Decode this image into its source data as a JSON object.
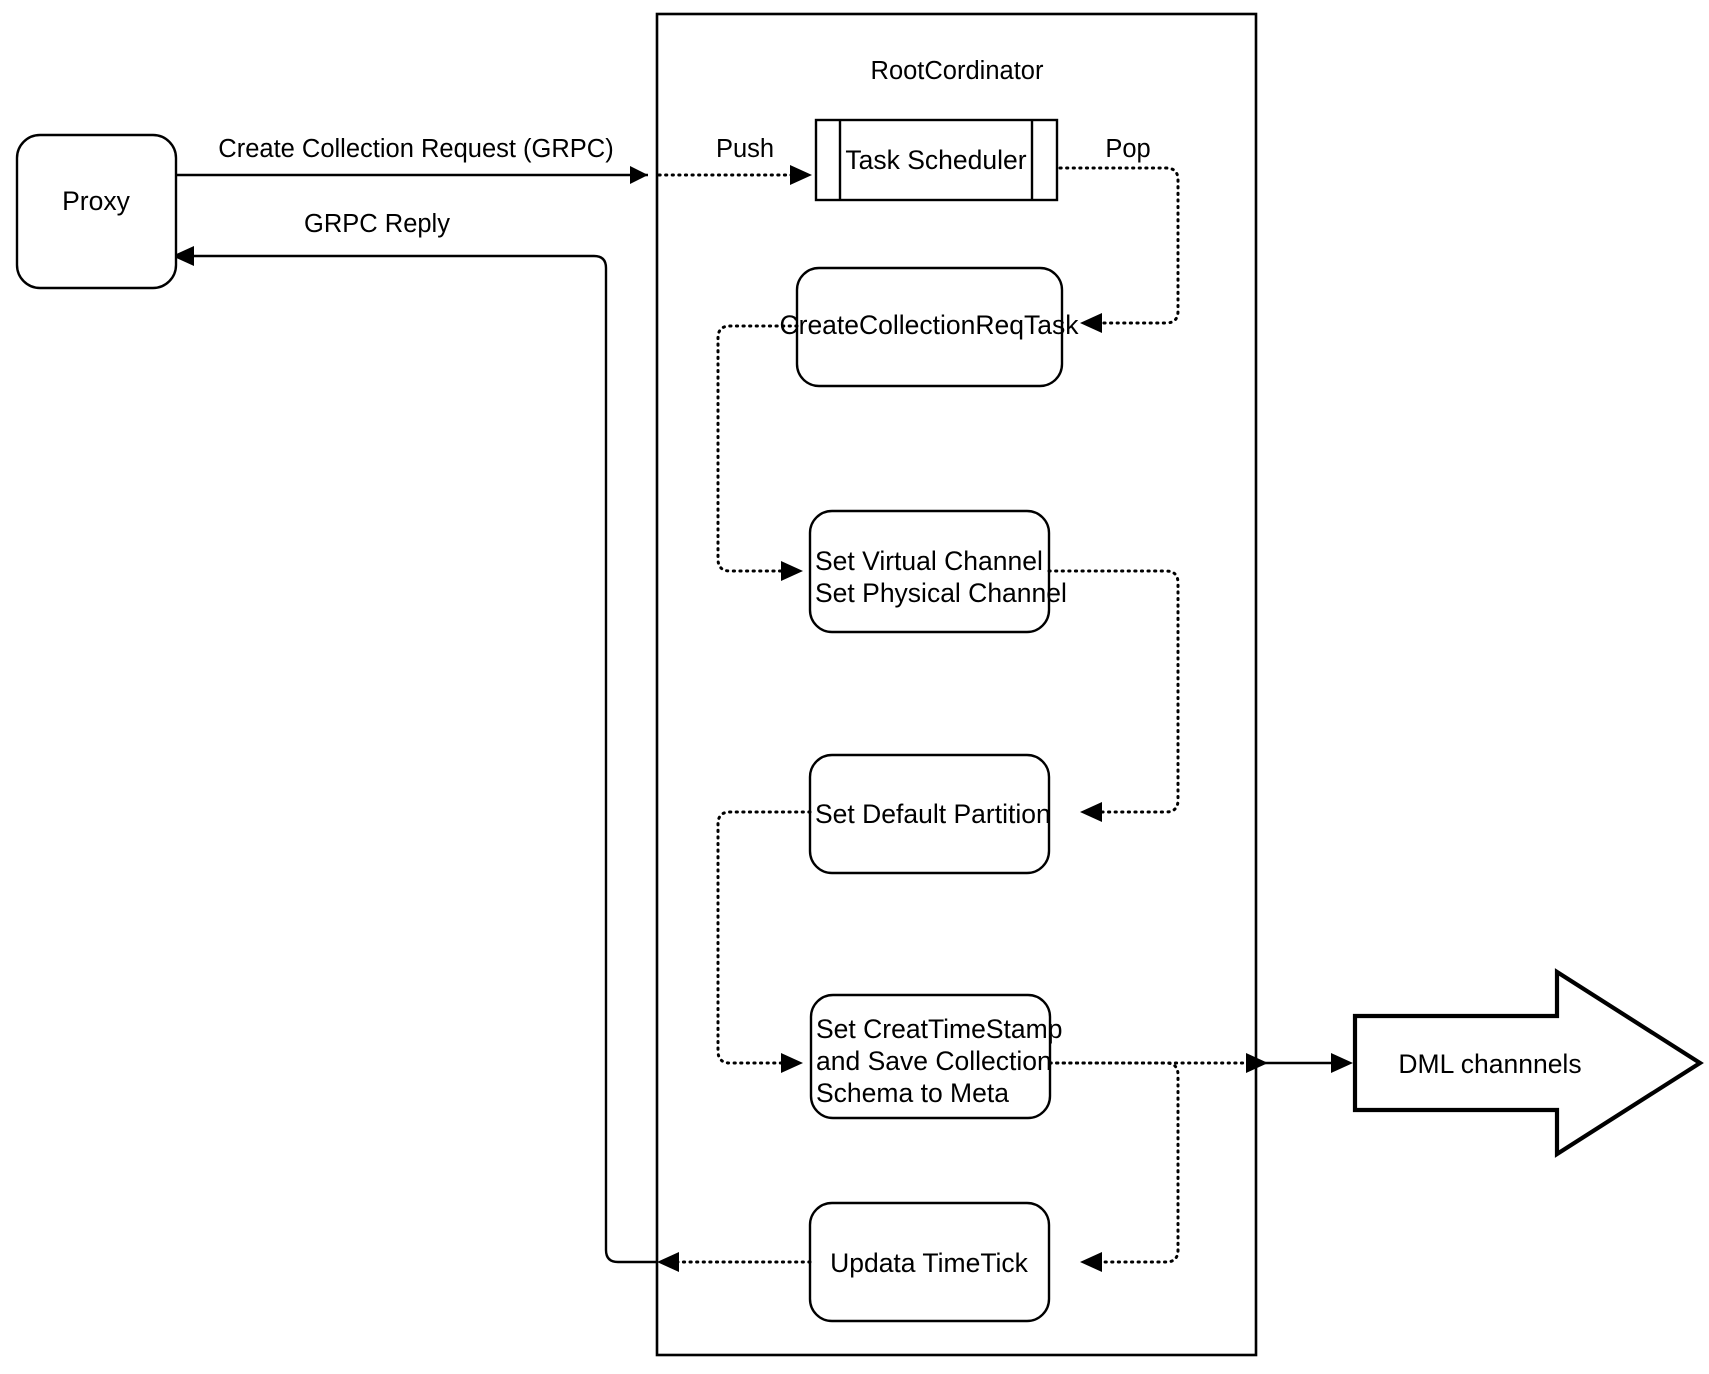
{
  "diagram": {
    "title_visible": false,
    "container": {
      "label": "RootCordinator"
    },
    "nodes": {
      "proxy": {
        "label": "Proxy",
        "shape": "rounded-rect"
      },
      "task_scheduler": {
        "label": "Task Scheduler",
        "shape": "queue-store"
      },
      "create_collection_req_task": {
        "label": "CreateCollectionReqTask",
        "shape": "rounded-rect"
      },
      "set_channels": {
        "line1": "Set Virtual Channel",
        "line2": "Set Physical Channel",
        "shape": "rounded-rect"
      },
      "set_default_partition": {
        "label": "Set Default Partition",
        "shape": "rounded-rect"
      },
      "set_create_timestamp": {
        "line1": "Set CreatTimeStamp",
        "line2": "and Save Collection",
        "line3": "Schema to Meta",
        "shape": "rounded-rect"
      },
      "update_timetick": {
        "label": "Updata TimeTick",
        "shape": "rounded-rect"
      },
      "dml_channels": {
        "label": "DML channnels",
        "shape": "block-arrow-right"
      }
    },
    "edges": [
      {
        "id": "create-collection-request",
        "label": "Create Collection Request (GRPC)",
        "style": "solid",
        "from": "proxy",
        "to": "root-cordinator-boundary"
      },
      {
        "id": "push",
        "label": "Push",
        "style": "dotted",
        "from": "root-cordinator-boundary",
        "to": "task_scheduler"
      },
      {
        "id": "pop",
        "label": "Pop",
        "style": "dotted",
        "from": "task_scheduler",
        "to": "create_collection_req_task"
      },
      {
        "id": "task-to-channels",
        "label": "",
        "style": "dotted",
        "from": "create_collection_req_task",
        "to": "set_channels"
      },
      {
        "id": "channels-to-partition",
        "label": "",
        "style": "dotted",
        "from": "set_channels",
        "to": "set_default_partition"
      },
      {
        "id": "partition-to-timestamp",
        "label": "",
        "style": "dotted",
        "from": "set_default_partition",
        "to": "set_create_timestamp"
      },
      {
        "id": "timestamp-to-dml",
        "label": "",
        "style": "mixed",
        "from": "set_create_timestamp",
        "to": "dml_channels"
      },
      {
        "id": "timestamp-to-timetick",
        "label": "",
        "style": "dotted",
        "from": "set_create_timestamp",
        "to": "update_timetick"
      },
      {
        "id": "timetick-to-proxy",
        "label": "",
        "style": "dotted",
        "from": "update_timetick",
        "to": "root-cordinator-boundary"
      },
      {
        "id": "grpc-reply",
        "label": "GRPC Reply",
        "style": "solid",
        "from": "root-cordinator-boundary",
        "to": "proxy"
      }
    ],
    "colors": {
      "stroke": "#000000",
      "fill": "#ffffff",
      "background": "#ffffff"
    }
  }
}
